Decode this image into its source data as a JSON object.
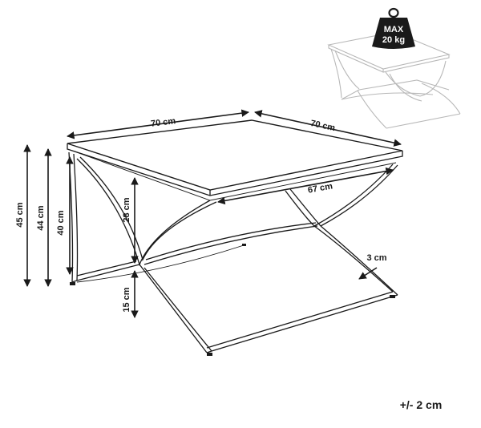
{
  "diagram": {
    "dimensions": {
      "width_top_left": "70 cm",
      "width_top_right": "70 cm",
      "inner_length": "67 cm",
      "total_height": "45 cm",
      "frame_height": "44 cm",
      "leg_height": "40 cm",
      "upper_cross": "28 cm",
      "lower_cross": "15 cm",
      "frame_thickness": "3 cm"
    },
    "max_load": {
      "line1": "MAX",
      "line2": "20 kg"
    },
    "tolerance": "+/- 2 cm"
  },
  "colors": {
    "line": "#1a1a1a",
    "ghost": "#b8b8b8",
    "weight": "#1a1a1a"
  }
}
